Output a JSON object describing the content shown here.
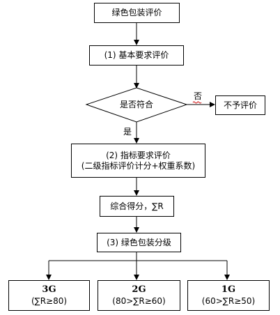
{
  "nodes": {
    "green_packaging_eval": "绿色包装评价",
    "basic_requirements": "(1)  基本要求评价",
    "conform_decision": "是否符合",
    "no_evaluation": "不予评价",
    "indicator_eval_line1": "(2)  指标要求评价",
    "indicator_eval_line2": "(二级指标评价计分+权重系数)",
    "composite_score": "综合得分，∑R",
    "grading": "(3)  绿色包装分级"
  },
  "edges": {
    "no_label": "否",
    "yes_label": "是"
  },
  "grades": [
    {
      "grade": "3G",
      "condition": "(∑R≥80)"
    },
    {
      "grade": "2G",
      "condition": "(80>∑R≥60)"
    },
    {
      "grade": "1G",
      "condition": "(60>∑R≥50)"
    }
  ]
}
